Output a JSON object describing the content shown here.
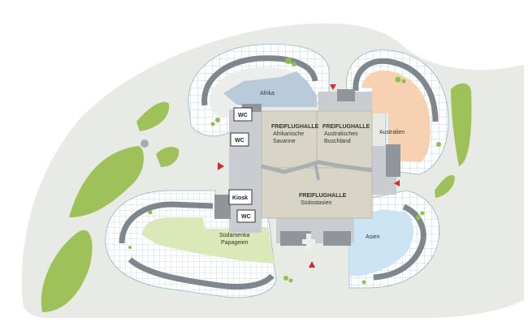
{
  "colors": {
    "ground": "#e8eae5",
    "lawn": "#9fc15a",
    "path": "#cfd6ce",
    "grid": "#8fb8c6",
    "hall": "#d9d5c6",
    "corridor": "#c9ccd0",
    "building": "#8f959b",
    "dark_track": "#7f878e",
    "africa": "#b9cbdb",
    "australia": "#f6d2b3",
    "asia": "#cbe4f4",
    "south_america": "#dbe8b7",
    "marker": "#d42b2b"
  },
  "areas": {
    "africa": "Afrika",
    "australia": "Australien",
    "asia": "Asien",
    "south_america_line1": "Südamerika",
    "south_america_line2": "Papageien"
  },
  "halls": {
    "hall1_line1": "FREIFLUGHALLE",
    "hall1_line2": "Afrikanische",
    "hall1_line3": "Savanne",
    "hall2_line1": "FREIFLUGHALLE",
    "hall2_line2": "Australisches",
    "hall2_line3": "Buschland",
    "hall3_line1": "FREIFLUGHALLE",
    "hall3_line2": "Südostasien"
  },
  "facilities": {
    "wc_upper": "WC",
    "wc_middle": "WC",
    "wc_lower": "WC",
    "kiosk": "Kiosk"
  },
  "icons": {
    "entrance_markers": "triangle-marker-icon",
    "trees": "tree-icon"
  }
}
